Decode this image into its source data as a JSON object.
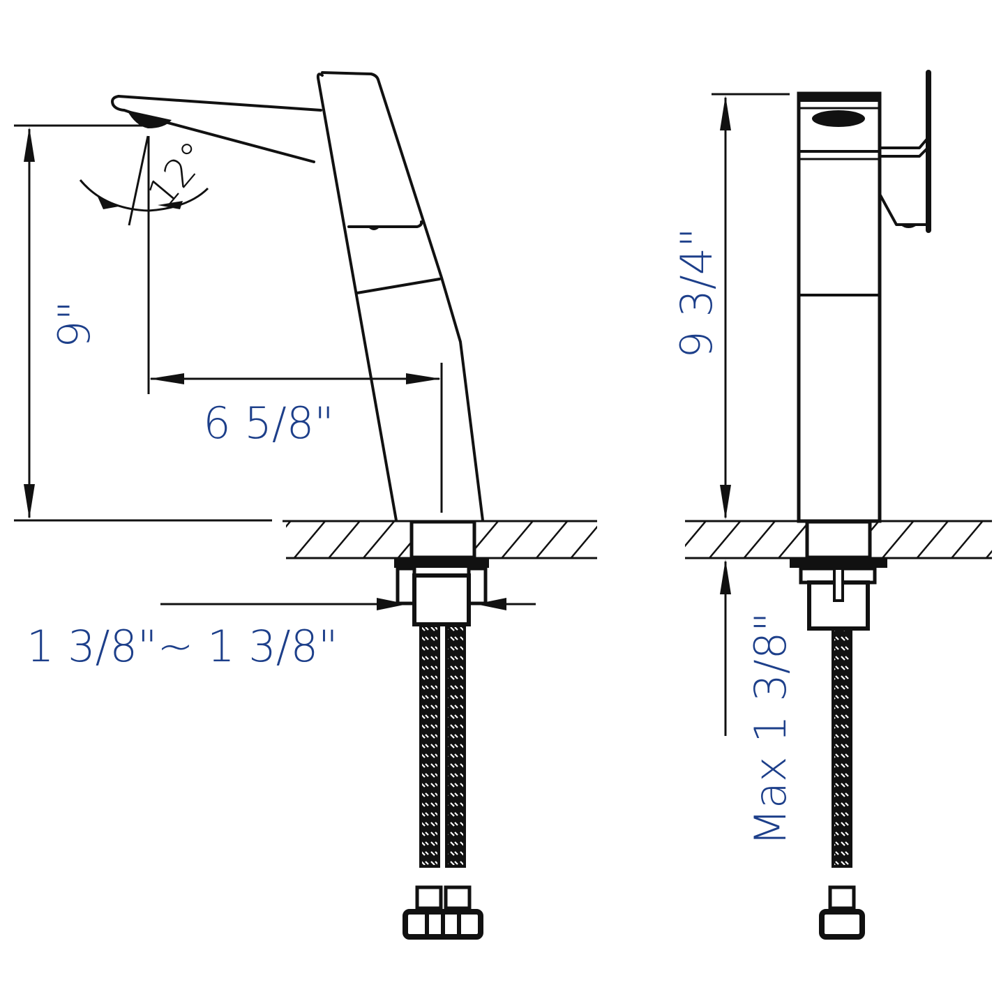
{
  "title": "Faucet dimension drawing",
  "colors": {
    "dimension_text": "#1d3f8a",
    "line": "#111111",
    "background": "#ffffff"
  },
  "front_view": {
    "spout_angle": "12°",
    "height": "9\"",
    "reach": "6 5/8\"",
    "deck_thickness_range": "1 3/8\"~ 1 3/8\""
  },
  "side_view": {
    "height": "9 3/4\"",
    "max_deck_thickness": "Max 1 3/8\""
  }
}
